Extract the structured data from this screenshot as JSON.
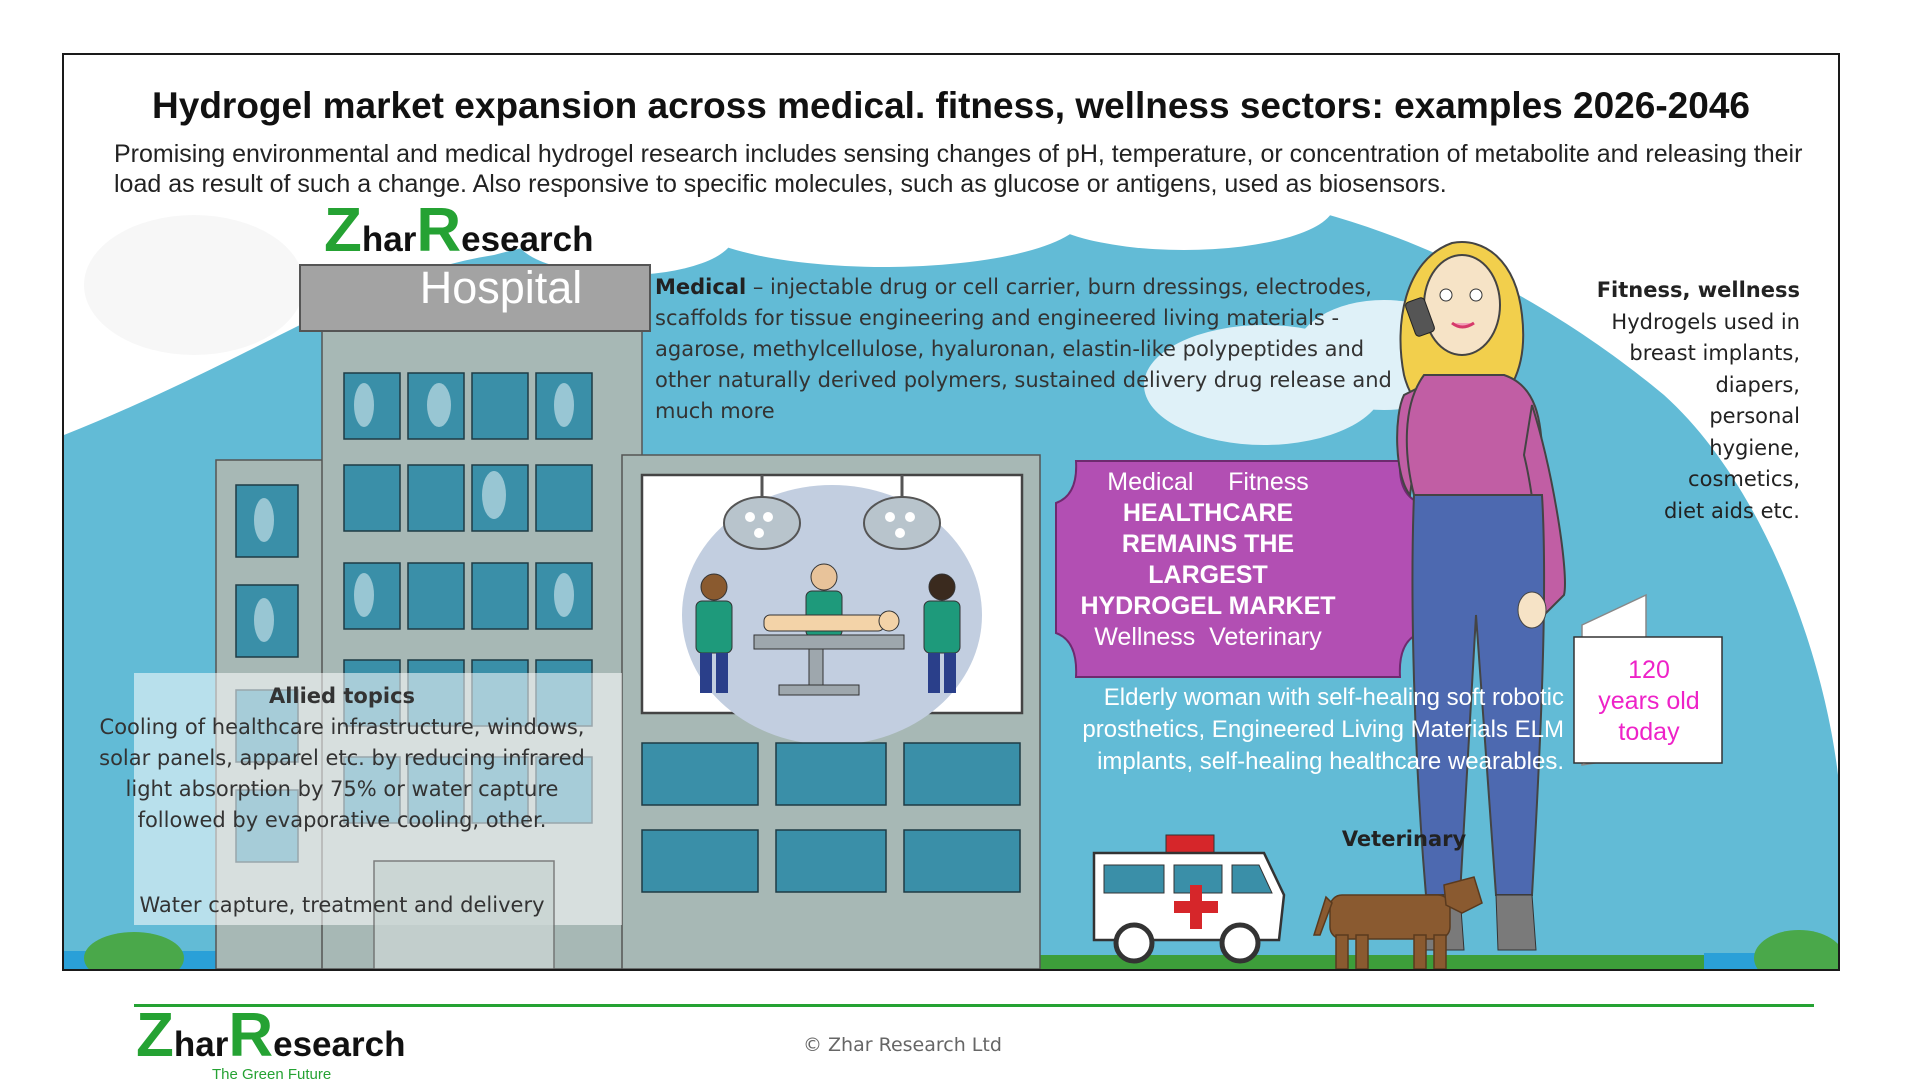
{
  "header": {
    "title": "Hydrogel market expansion across medical. fitness, wellness sectors: examples 2026-2046",
    "intro": "Promising environmental and medical hydrogel research includes sensing changes of pH, temperature, or concentration of metabolite and releasing their load as result of such a change. Also responsive to specific molecules, such as glucose or antigens, used as biosensors."
  },
  "logo": {
    "first": "Z",
    "mid": "har",
    "second": "R",
    "rest": "esearch",
    "tagline": "The Green Future"
  },
  "hospital": {
    "sign": "Hospital"
  },
  "medical": {
    "heading": "Medical",
    "text": " – injectable drug or cell carrier, burn dressings, electrodes, scaffolds for tissue engineering  and engineered living materials - agarose, methylcellulose, hyaluronan, elastin-like polypeptides and other naturally derived polymers, sustained delivery drug release and much more"
  },
  "fitness": {
    "heading": "Fitness, wellness",
    "lines": [
      "Hydrogels used in",
      "breast implants,",
      "diapers,",
      "personal",
      "hygiene,",
      "cosmetics,",
      "diet aids etc."
    ]
  },
  "central_sign": {
    "top": "Medical     Fitness",
    "line1": "HEALTHCARE",
    "line2": "REMAINS THE",
    "line3": "LARGEST",
    "line4": "HYDROGEL MARKET",
    "bottom": "Wellness  Veterinary"
  },
  "allied": {
    "heading": "Allied topics",
    "text": "Cooling of healthcare infrastructure, windows, solar panels, apparel etc. by reducing infrared light absorption by 75% or water capture followed by evaporative cooling, other.",
    "water": "Water capture, treatment and delivery"
  },
  "elderly": {
    "text": "Elderly woman with self-healing soft robotic prosthetics, Engineered Living Materials ELM implants, self-healing healthcare wearables."
  },
  "age_sign": {
    "line1": "120",
    "line2": "years old",
    "line3": "today"
  },
  "veterinary": {
    "label": "Veterinary"
  },
  "footer": {
    "copyright": "© Zhar Research Ltd"
  },
  "colors": {
    "sky": "#62bbd6",
    "cloud": "#ffffff",
    "building": "#a7b8b5",
    "purple_sign": "#b24fb3",
    "brand_green": "#25a233",
    "age_text": "#ee22c8",
    "shirt": "#c15ea4",
    "jeans": "#4d69b0"
  }
}
